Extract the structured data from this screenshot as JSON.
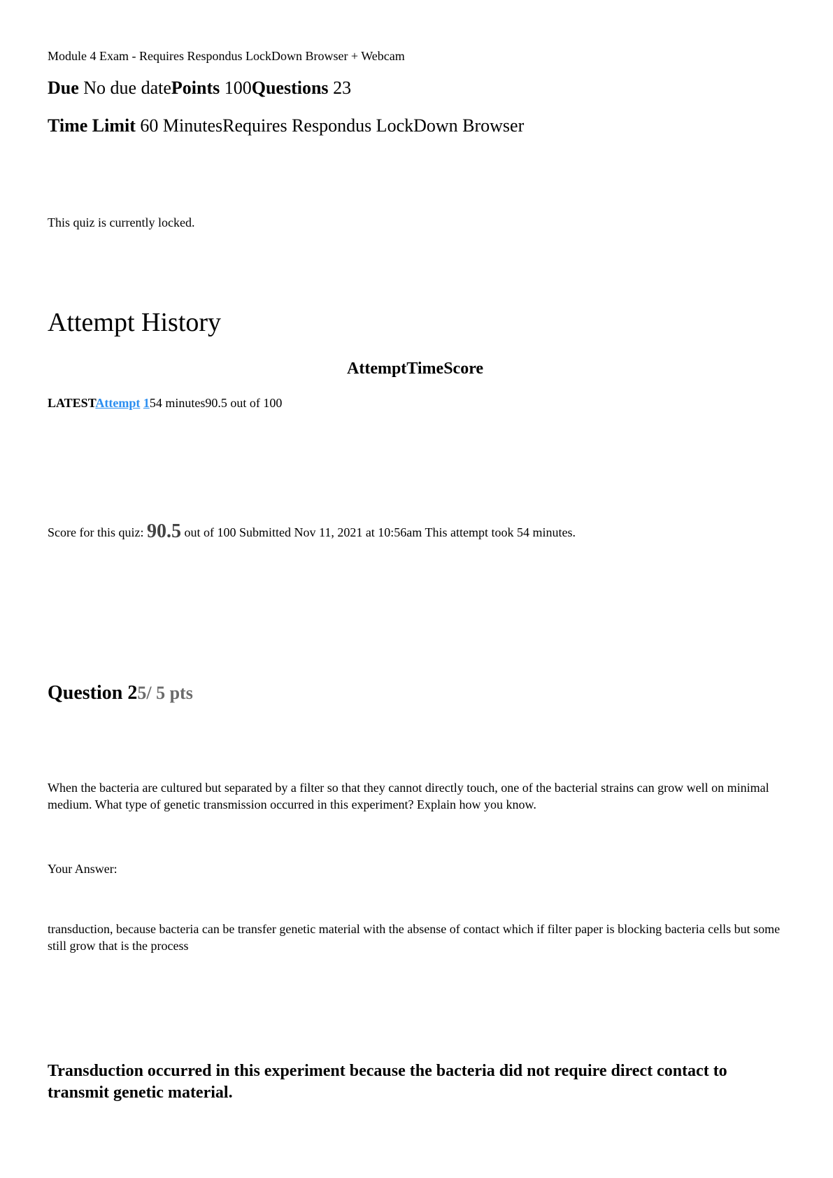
{
  "quiz": {
    "title": "Module 4 Exam - Requires Respondus LockDown Browser + Webcam",
    "due_label": "Due",
    "due_value": " No due date",
    "points_label": "Points",
    "points_value": " 100",
    "questions_label": "Questions",
    "questions_value": " 23",
    "time_limit_label": "Time Limit",
    "time_limit_value": " 60 Minutes",
    "requirement": "Requires Respondus LockDown Browser",
    "locked_message": "This quiz is currently locked."
  },
  "attempt_history": {
    "title": "Attempt History",
    "columns": [
      "Attempt",
      "Time",
      "Score"
    ],
    "rows": [
      {
        "badge": "LATEST",
        "attempt_link_word": "Attempt",
        "attempt_link_number": "1",
        "time": "54 minutes",
        "score": "90.5 out of 100"
      }
    ]
  },
  "score_summary": {
    "label": "Score for this quiz: ",
    "score": "90.5",
    "out_of": " out of 100 ",
    "submitted": "Submitted Nov 11, 2021 at 10:56am ",
    "duration": "This attempt took 54 minutes."
  },
  "question": {
    "title": "Question 2",
    "points": "5/ 5 pts",
    "text": "When the bacteria are cultured but separated by a filter so that they cannot directly touch, one of the bacterial strains can grow well on minimal medium. What type of genetic transmission occurred in this experiment? Explain how you know.",
    "your_answer_label": "Your Answer:",
    "your_answer": "transduction, because bacteria can be transfer genetic material with the absense of contact which if filter paper is blocking bacteria cells but some still grow that is the process",
    "correct_answer": "Transduction occurred in this experiment because the bacteria did not require direct contact to transmit genetic material."
  },
  "colors": {
    "link": "#2b8ef0",
    "score_emphasis": "#444444",
    "points_muted": "#6b6b6b"
  }
}
